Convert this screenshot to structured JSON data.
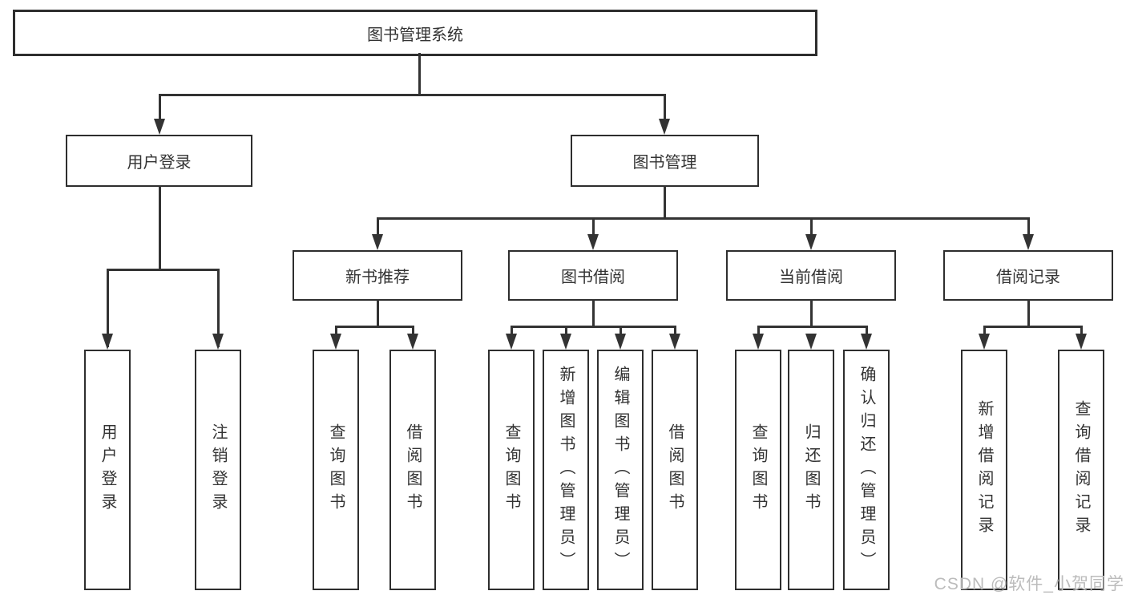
{
  "diagram": {
    "title": "图书管理系统",
    "watermark": "CSDN @软件_小贺同学",
    "colors": {
      "background": "#ffffff",
      "line": "#333333",
      "box_border": "#2e2e2e",
      "box_fill": "#ffffff",
      "text": "#333333",
      "watermark": "#bcbcbc"
    },
    "nodes": {
      "root": {
        "label": "图书管理系统"
      },
      "level2": [
        {
          "label": "用户登录"
        },
        {
          "label": "图书管理"
        }
      ],
      "level3": [
        {
          "label": "新书推荐"
        },
        {
          "label": "图书借阅"
        },
        {
          "label": "当前借阅"
        },
        {
          "label": "借阅记录"
        }
      ],
      "leaves": {
        "user_login": [
          "用户登录",
          "注销登录"
        ],
        "new_books": [
          "查询图书",
          "借阅图书"
        ],
        "book_borrow": [
          "查询图书",
          "新增图书（管理员）",
          "编辑图书（管理员）",
          "借阅图书"
        ],
        "current_borrow": [
          "查询图书",
          "归还图书",
          "确认归还（管理员）"
        ],
        "borrow_records": [
          "新增借阅记录",
          "查询借阅记录"
        ]
      }
    }
  }
}
